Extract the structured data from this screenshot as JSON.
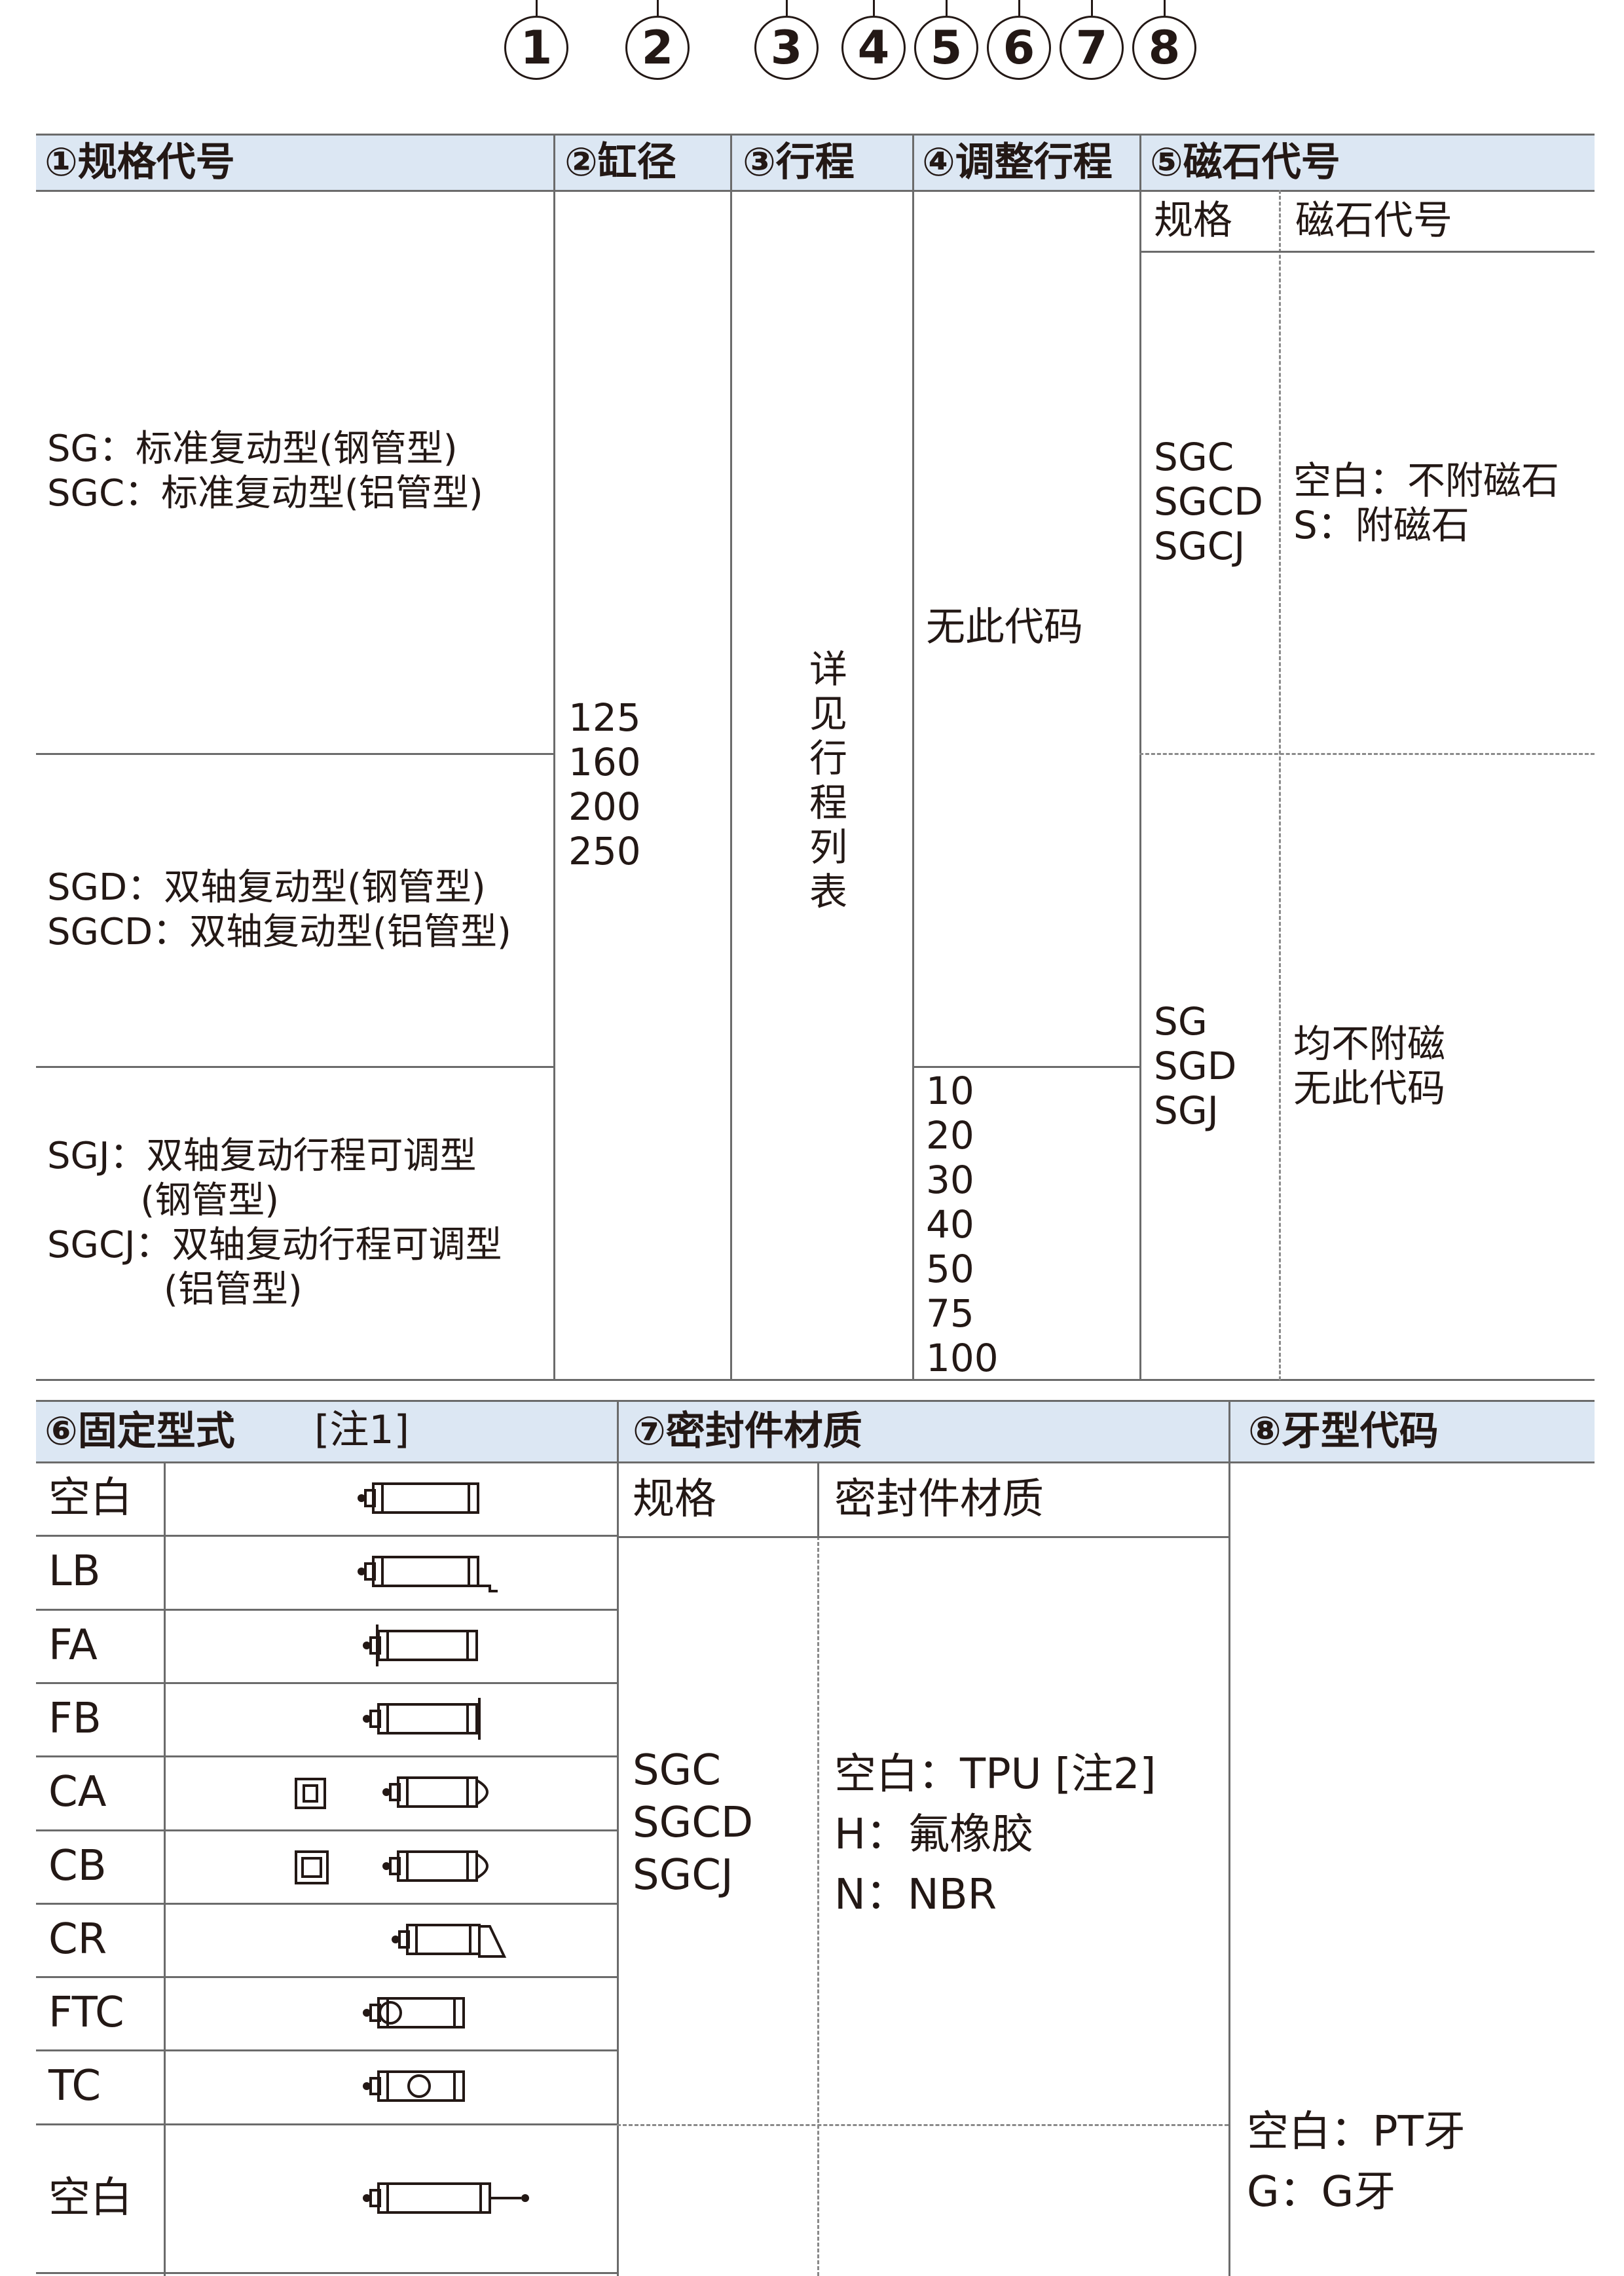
{
  "numbers": [
    "1",
    "2",
    "3",
    "4",
    "5",
    "6",
    "7",
    "8"
  ],
  "top_table": {
    "headers": {
      "spec_code": "①规格代号",
      "bore": "②缸径",
      "stroke": "③行程",
      "adjust_stroke": "④调整行程",
      "magnet_code": "⑤磁石代号"
    },
    "magnet_sub_headers": {
      "spec": "规格",
      "magnet_code": "磁石代号"
    },
    "spec_rows": [
      "SG：标准复动型(钢管型)\nSGC：标准复动型(铝管型)",
      "SGD：双轴复动型(钢管型)\nSGCD：双轴复动型(铝管型)",
      "SGJ：双轴复动行程可调型\n        (钢管型)\nSGCJ：双轴复动行程可调型\n          (铝管型)"
    ],
    "bore_values": "125\n160\n200\n250",
    "stroke_text": "详\n见\n行\n程\n列\n表",
    "adjust_none": "无此代码",
    "adjust_values": "10\n20\n30\n40\n50\n75\n100",
    "magnet_rows": [
      {
        "spec": "SGC\nSGCD\nSGCJ",
        "code": "空白：不附磁石\nS：附磁石"
      },
      {
        "spec": "SG\nSGD\nSGJ",
        "code": "均不附磁\n无此代码"
      }
    ]
  },
  "bottom_table": {
    "headers": {
      "mount": "⑥固定型式",
      "mount_note": "[注1]",
      "seal": "⑦密封件材质",
      "thread": "⑧牙型代码"
    },
    "seal_sub_headers": {
      "spec": "规格",
      "material": "密封件材质"
    },
    "mount_rows": [
      {
        "code": "空白",
        "icon": "cylinder-basic-icon"
      },
      {
        "code": "LB",
        "icon": "cylinder-foot-mount-icon"
      },
      {
        "code": "FA",
        "icon": "cylinder-front-flange-icon"
      },
      {
        "code": "FB",
        "icon": "cylinder-rear-flange-icon"
      },
      {
        "code": "CA",
        "icon": "cylinder-single-clevis-icon"
      },
      {
        "code": "CB",
        "icon": "cylinder-double-clevis-icon"
      },
      {
        "code": "CR",
        "icon": "cylinder-clevis-bracket-icon"
      },
      {
        "code": "FTC",
        "icon": "cylinder-front-trunnion-icon"
      },
      {
        "code": "TC",
        "icon": "cylinder-center-trunnion-icon"
      },
      {
        "code": "空白",
        "icon": "cylinder-double-rod-icon"
      }
    ],
    "seal_spec": "SGC\nSGCD\nSGCJ",
    "seal_material": "空白：TPU [注2]\nH：氟橡胶\nN：NBR",
    "thread_values": "空白：PT牙\nG：G牙"
  }
}
